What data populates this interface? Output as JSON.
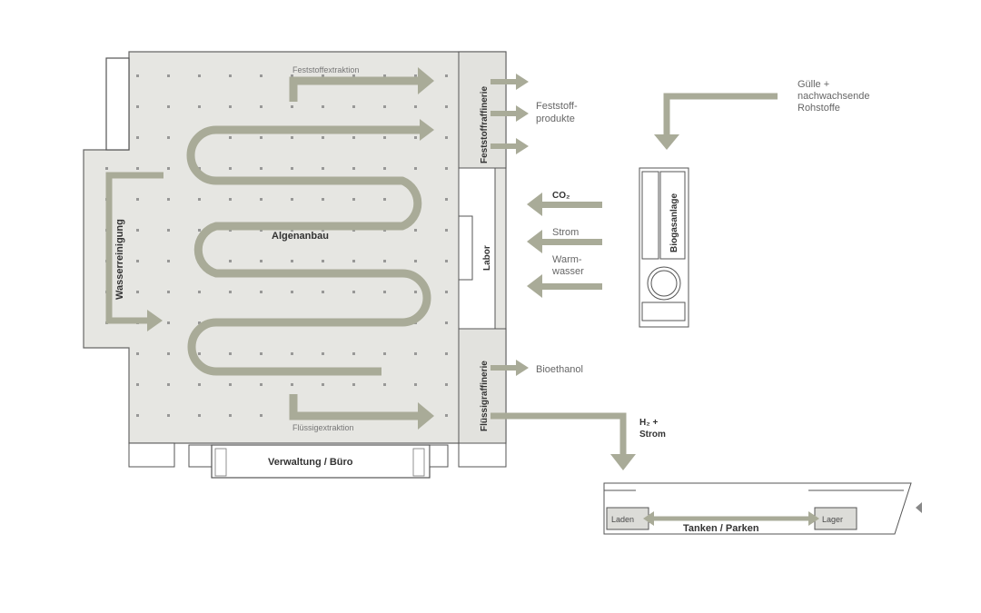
{
  "rooms": {
    "feststoffraffinerie": "Feststoffraffinerie",
    "fluessigraffinerie": "Flüssigraffinerie",
    "wasserreinigung": "Wasserreinigung",
    "algenanbau": "Algenanbau",
    "labor": "Labor",
    "verwaltung": "Verwaltung / Büro",
    "biogasanlage": "Biogasanlage",
    "tanken_parken": "Tanken / Parken",
    "laden": "Laden",
    "lager": "Lager"
  },
  "flows": {
    "feststoffextraktion": "Feststoffextraktion",
    "fluessigextraktion": "Flüssigextraktion"
  },
  "outputs": {
    "feststoffprodukte_1": "Feststoff-",
    "feststoffprodukte_2": "produkte",
    "bioethanol": "Bioethanol",
    "h2_strom_1": "H₂ +",
    "h2_strom_2": "Strom"
  },
  "inputs": {
    "co2": "CO₂",
    "strom": "Strom",
    "warmwasser_1": "Warm-",
    "warmwasser_2": "wasser",
    "guelle_1": "Gülle +",
    "guelle_2": "nachwachsende",
    "guelle_3": "Rohstoffe"
  },
  "colors": {
    "arrow": "#a9ab98",
    "floor": "#e6e6e2",
    "wall": "#555555"
  }
}
